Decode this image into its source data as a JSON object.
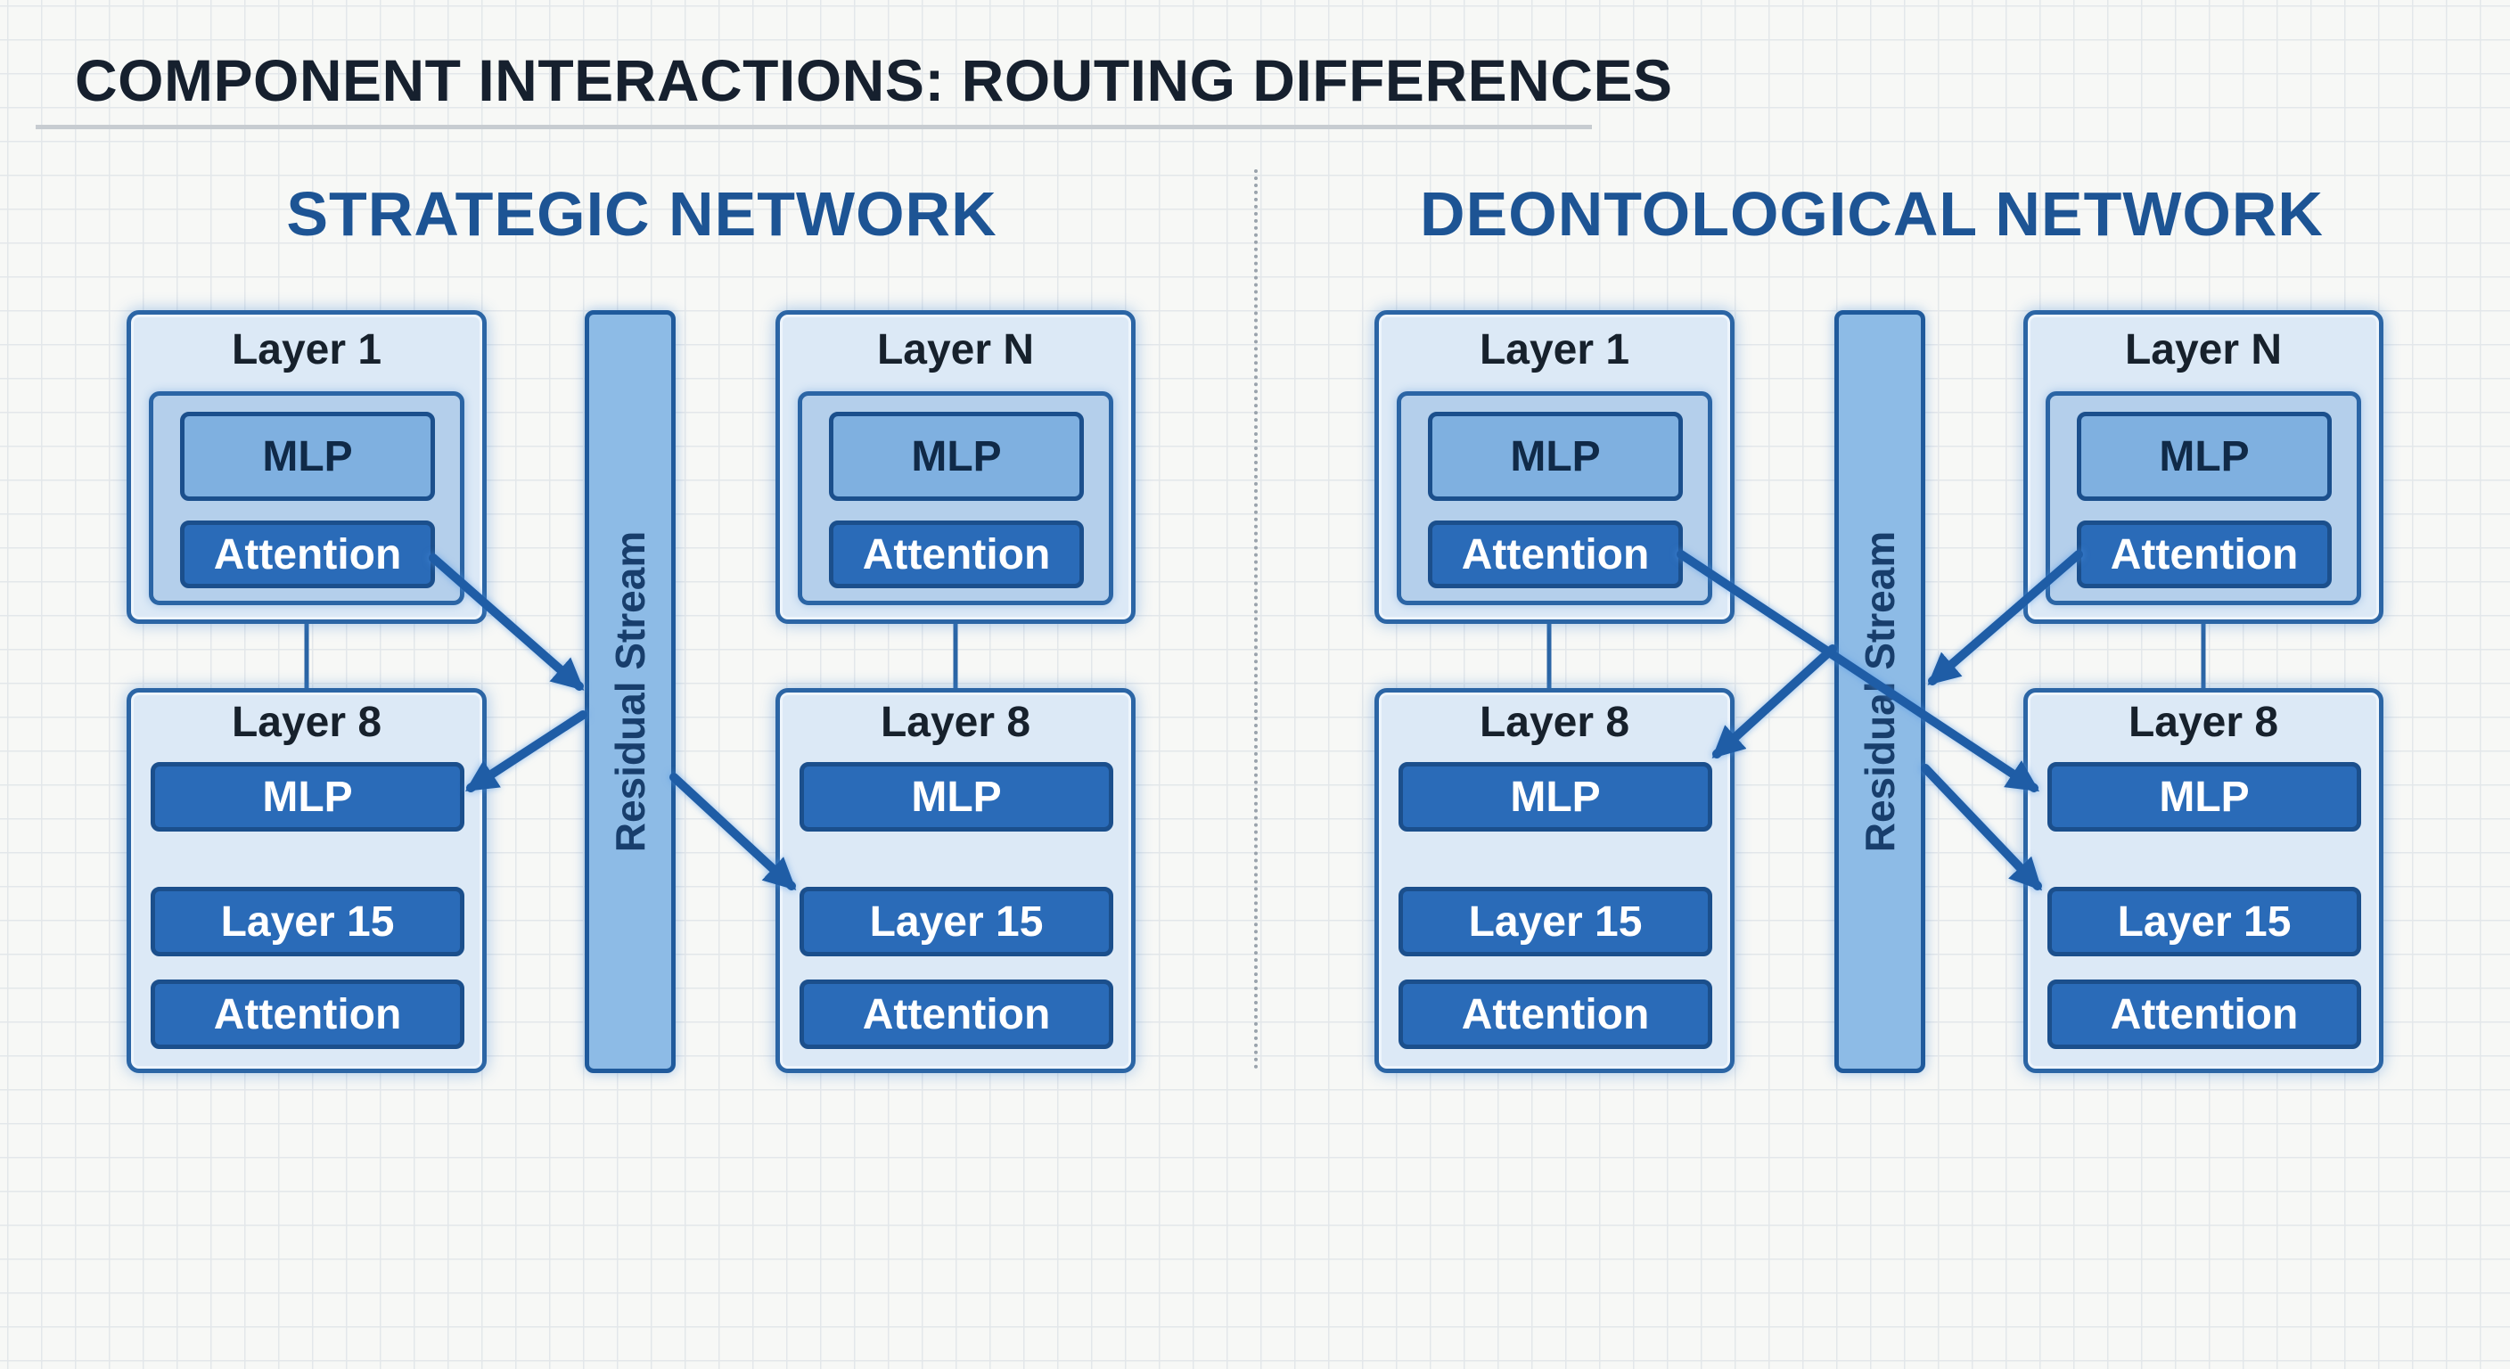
{
  "title": "COMPONENT INTERACTIONS: ROUTING DIFFERENCES",
  "networks": [
    {
      "title": "STRATEGIC NETWORK",
      "left_panel": {
        "top_label": "Layer 1",
        "top_mlp": "MLP",
        "top_attention": "Attention",
        "bottom_label": "Layer 8",
        "mlp": "MLP",
        "layer15": "Layer 15",
        "attention": "Attention"
      },
      "stream_label": "Residual Stream",
      "right_panel": {
        "top_label": "Layer N",
        "top_mlp": "MLP",
        "top_attention": "Attention",
        "bottom_label": "Layer 8",
        "mlp": "MLP",
        "layer15": "Layer 15",
        "attention": "Attention"
      }
    },
    {
      "title": "DEONTOLOGICAL NETWORK",
      "left_panel": {
        "top_label": "Layer 1",
        "top_mlp": "MLP",
        "top_attention": "Attention",
        "bottom_label": "Layer 8",
        "mlp": "MLP",
        "layer15": "Layer 15",
        "attention": "Attention"
      },
      "stream_label": "Residual Stream",
      "right_panel": {
        "top_label": "Layer N",
        "top_mlp": "MLP",
        "top_attention": "Attention",
        "bottom_label": "Layer 8",
        "mlp": "MLP",
        "layer15": "Layer 15",
        "attention": "Attention"
      }
    }
  ],
  "colors": {
    "title": "#16202e",
    "network_title": "#1d5494",
    "arrow": "#1f5da6",
    "box_light": "#7fb0e0",
    "box_dark": "#2a6bb8",
    "panel": "#dce9f6",
    "stream": "#8dbbe6"
  }
}
